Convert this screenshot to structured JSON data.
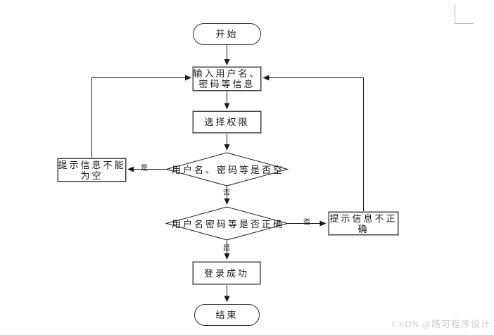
{
  "watermark": "CSDN @路可程序设计",
  "nodes": {
    "start": {
      "label": "开始"
    },
    "input_info": {
      "line1": "输入用户名、",
      "line2": "密码等信息"
    },
    "select_permission": {
      "label": "选择权限"
    },
    "check_empty": {
      "label": "用户名、密码等是否空"
    },
    "prompt_empty": {
      "line1": "提示信息不能",
      "line2": "为空"
    },
    "check_correct": {
      "label": "用户名密码等是否正确"
    },
    "prompt_incorrect": {
      "line1": "提示信息不正",
      "line2": "确"
    },
    "login_success": {
      "label": "登录成功"
    },
    "end": {
      "label": "结束"
    }
  },
  "edge_labels": {
    "empty_yes": "是",
    "empty_no": "否",
    "correct_no": "否",
    "correct_yes": "是"
  },
  "colors": {
    "line": "#1a1a1a",
    "box_border": "#3f3f3f",
    "box_halo": "#a6a6a6",
    "corner_mark": "#b0b0b0",
    "watermark": "#cccccc",
    "background": "#ffffff"
  }
}
